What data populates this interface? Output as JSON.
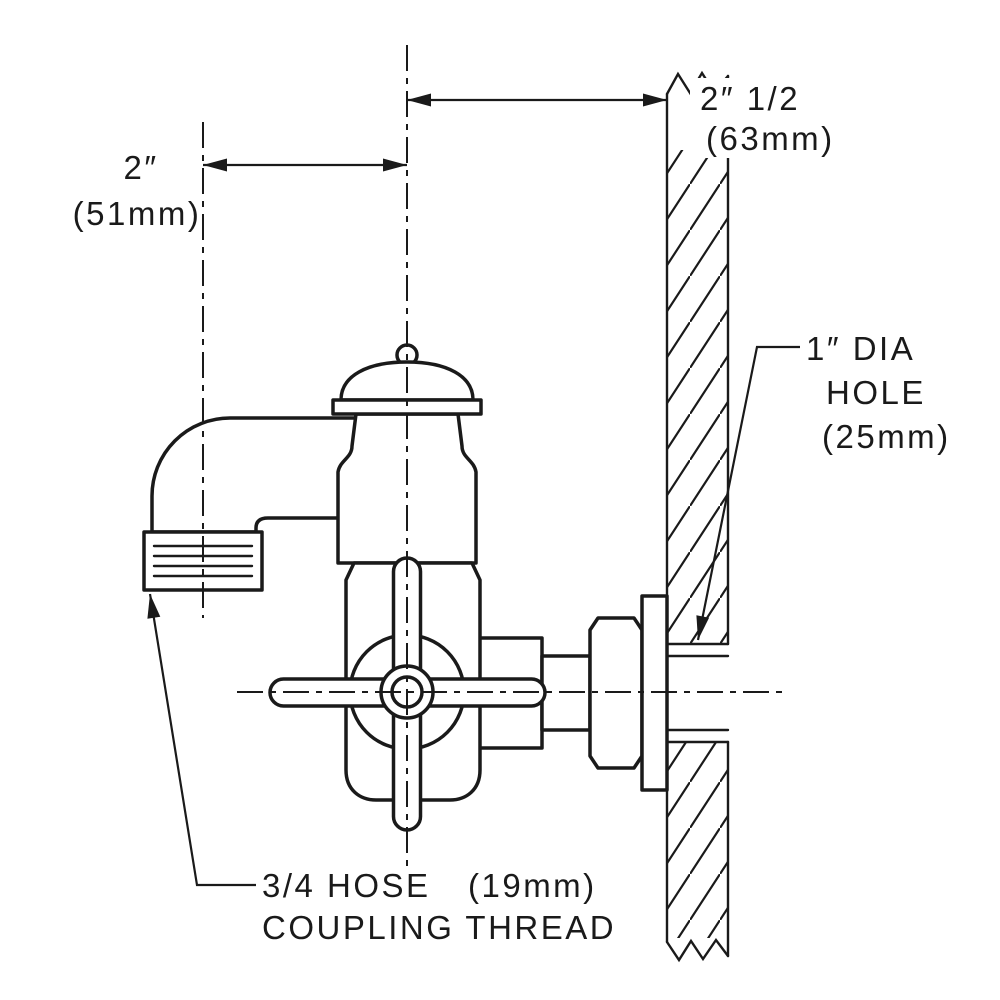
{
  "diagram": {
    "dimension_left": {
      "imperial": "2″",
      "metric": "(51mm)"
    },
    "dimension_right": {
      "imperial": "2″ 1/2",
      "metric": "(63mm)"
    },
    "hole_label": {
      "line1": "1″ DIA",
      "line2": "HOLE",
      "line3": "(25mm)"
    },
    "coupling_label": {
      "text": "3/4 HOSE",
      "metric": "(19mm)",
      "line2": "COUPLING THREAD"
    }
  },
  "colors": {
    "ink": "#1a1a1a",
    "background": "#ffffff"
  }
}
